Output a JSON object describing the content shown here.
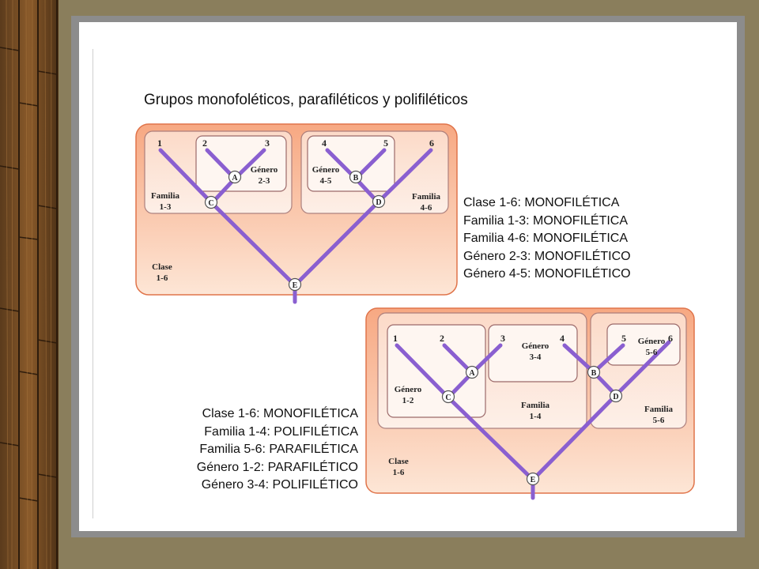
{
  "title": "Grupos monofoléticos, parafiléticos y polifiléticos",
  "diagram1": {
    "tips": [
      "1",
      "2",
      "3",
      "4",
      "5",
      "6"
    ],
    "nodes": [
      "A",
      "B",
      "C",
      "D",
      "E"
    ],
    "groups": {
      "genero_2_3": [
        "Género",
        "2-3"
      ],
      "genero_4_5": [
        "Género",
        "4-5"
      ],
      "familia_1_3": [
        "Familia",
        "1-3"
      ],
      "familia_4_6": [
        "Familia",
        "4-6"
      ],
      "clase_1_6": [
        "Clase",
        "1-6"
      ]
    },
    "statements": [
      "Clase 1-6: MONOFILÉTICA",
      "Familia 1-3: MONOFILÉTICA",
      "Familia 4-6: MONOFILÉTICA",
      "Género 2-3: MONOFILÉTICO",
      "Género 4-5: MONOFILÉTICO"
    ]
  },
  "diagram2": {
    "tips": [
      "1",
      "2",
      "3",
      "4",
      "5",
      "6"
    ],
    "nodes": [
      "A",
      "B",
      "C",
      "D",
      "E"
    ],
    "groups": {
      "genero_3_4": [
        "Género",
        "3-4"
      ],
      "genero_5_6": [
        "Género",
        "5-6"
      ],
      "genero_1_2": [
        "Género",
        "1-2"
      ],
      "familia_1_4": [
        "Familia",
        "1-4"
      ],
      "familia_5_6": [
        "Familia",
        "5-6"
      ],
      "clase_1_6": [
        "Clase",
        "1-6"
      ]
    },
    "statements": [
      "Clase 1-6: MONOFILÉTICA",
      "Familia 1-4: POLIFILÉTICA",
      "Familia 5-6: PARAFILÉTICA",
      "Género 1-2: PARAFILÉTICO",
      "Género 3-4: POLIFILÉTICO"
    ]
  },
  "colors": {
    "branch": "#8a5fd0",
    "box_gradient_top": "#f7b08c",
    "box_gradient_bottom": "#fde9dc",
    "box_border": "#e0744a",
    "inner_box": "#fdf1ea",
    "inner_border": "#9c6a6a",
    "node_fill": "#ffffff",
    "frame": "#8c8c8c",
    "background": "#8a7e5c"
  }
}
